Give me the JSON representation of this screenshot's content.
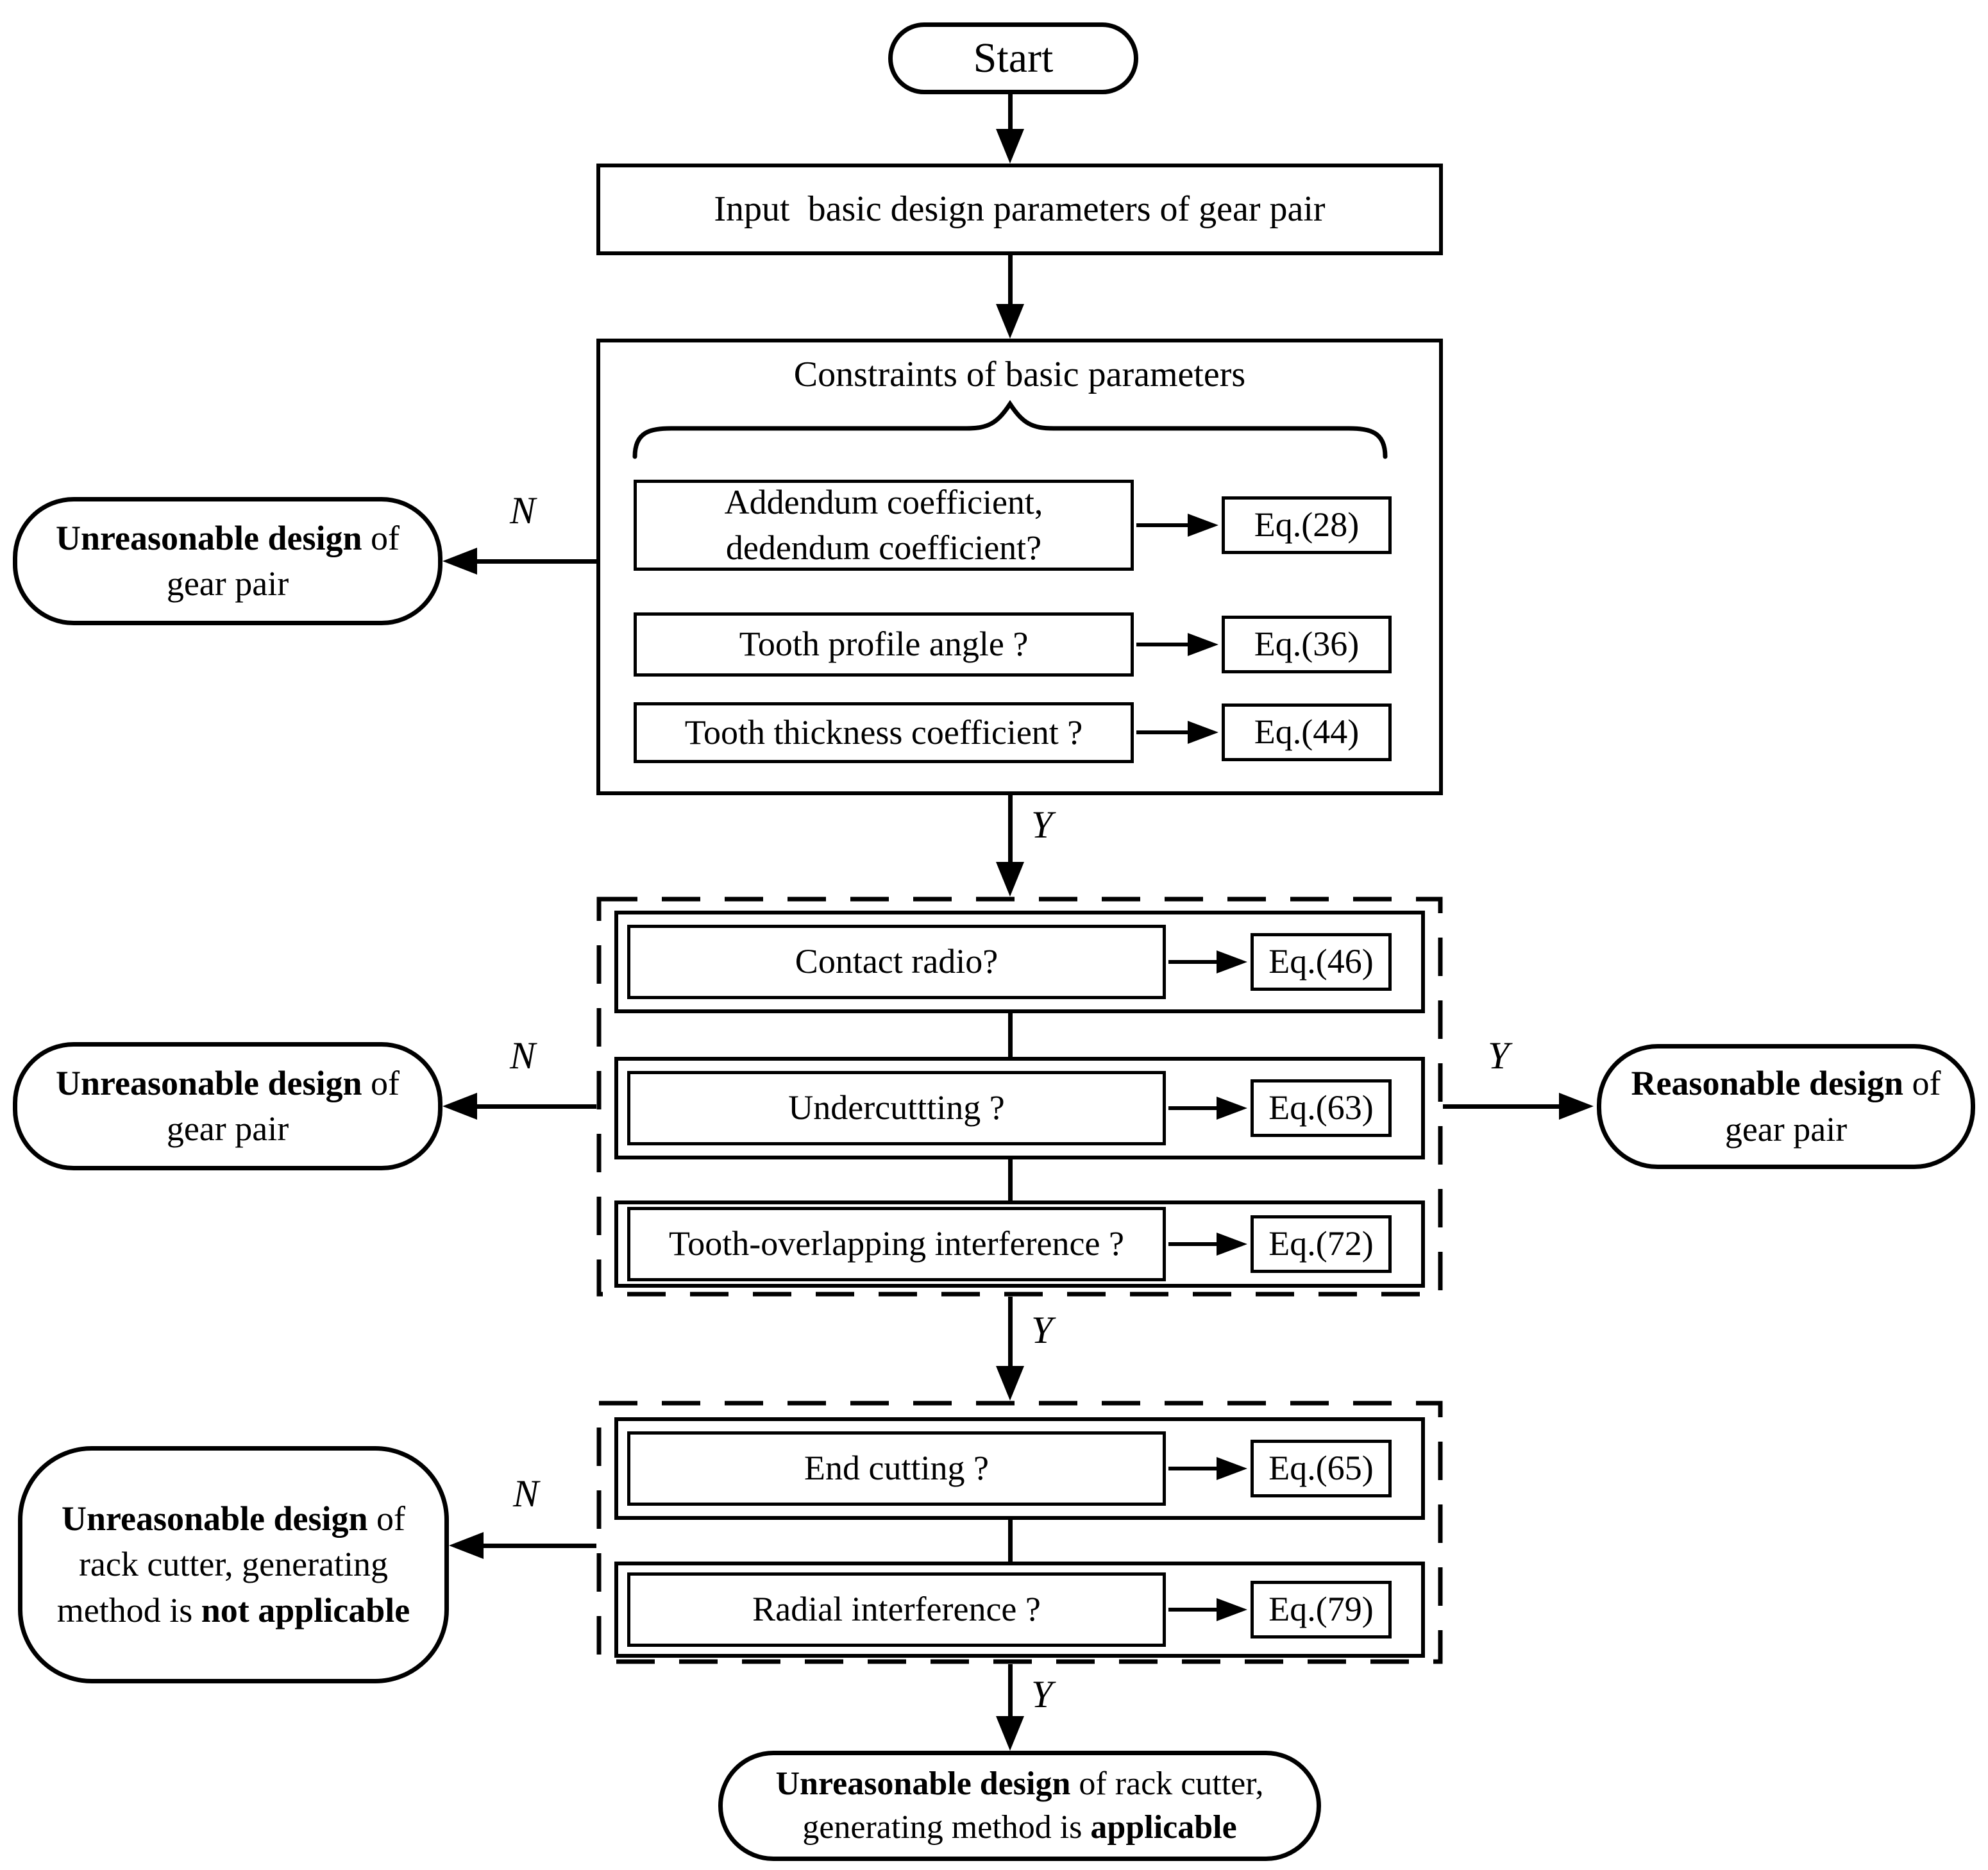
{
  "diagram": {
    "start": "Start",
    "input": "Input  basic design parameters of gear pair",
    "constraints": {
      "title": "Constraints of basic parameters",
      "rows": [
        {
          "line1": "Addendum coefficient,",
          "line2": "dedendum coefficient?",
          "eq": "Eq.(28)"
        },
        {
          "line1": "Tooth profile angle ?",
          "eq": "Eq.(36)"
        },
        {
          "line1": "Tooth thickness coefficient ?",
          "eq": "Eq.(44)"
        }
      ]
    },
    "checks1": [
      {
        "label": "Contact radio?",
        "eq": "Eq.(46)"
      },
      {
        "label": "Undercuttting ?",
        "eq": "Eq.(63)"
      },
      {
        "label": "Tooth-overlapping interference ?",
        "eq": "Eq.(72)"
      }
    ],
    "checks2": [
      {
        "label": "End cutting ?",
        "eq": "Eq.(65)"
      },
      {
        "label": "Radial interference ?",
        "eq": "Eq.(79)"
      }
    ],
    "unreasonable_gear": {
      "bold": "Unreasonable design",
      "rest": " of",
      "line2": "gear pair"
    },
    "reasonable_gear": {
      "bold": "Reasonable design",
      "rest": " of",
      "line2": "gear pair"
    },
    "unreasonable_rack": {
      "bold": "Unreasonable design",
      "rest": " of",
      "line2": "rack cutter, generating",
      "line3_pre": "method is ",
      "line3_bold": "not applicable"
    },
    "final": {
      "bold": "Unreasonable design",
      "rest": " of rack cutter,",
      "line2_pre": "generating method is ",
      "line2_bold": "applicable"
    },
    "yes": "Y",
    "no": "N"
  }
}
